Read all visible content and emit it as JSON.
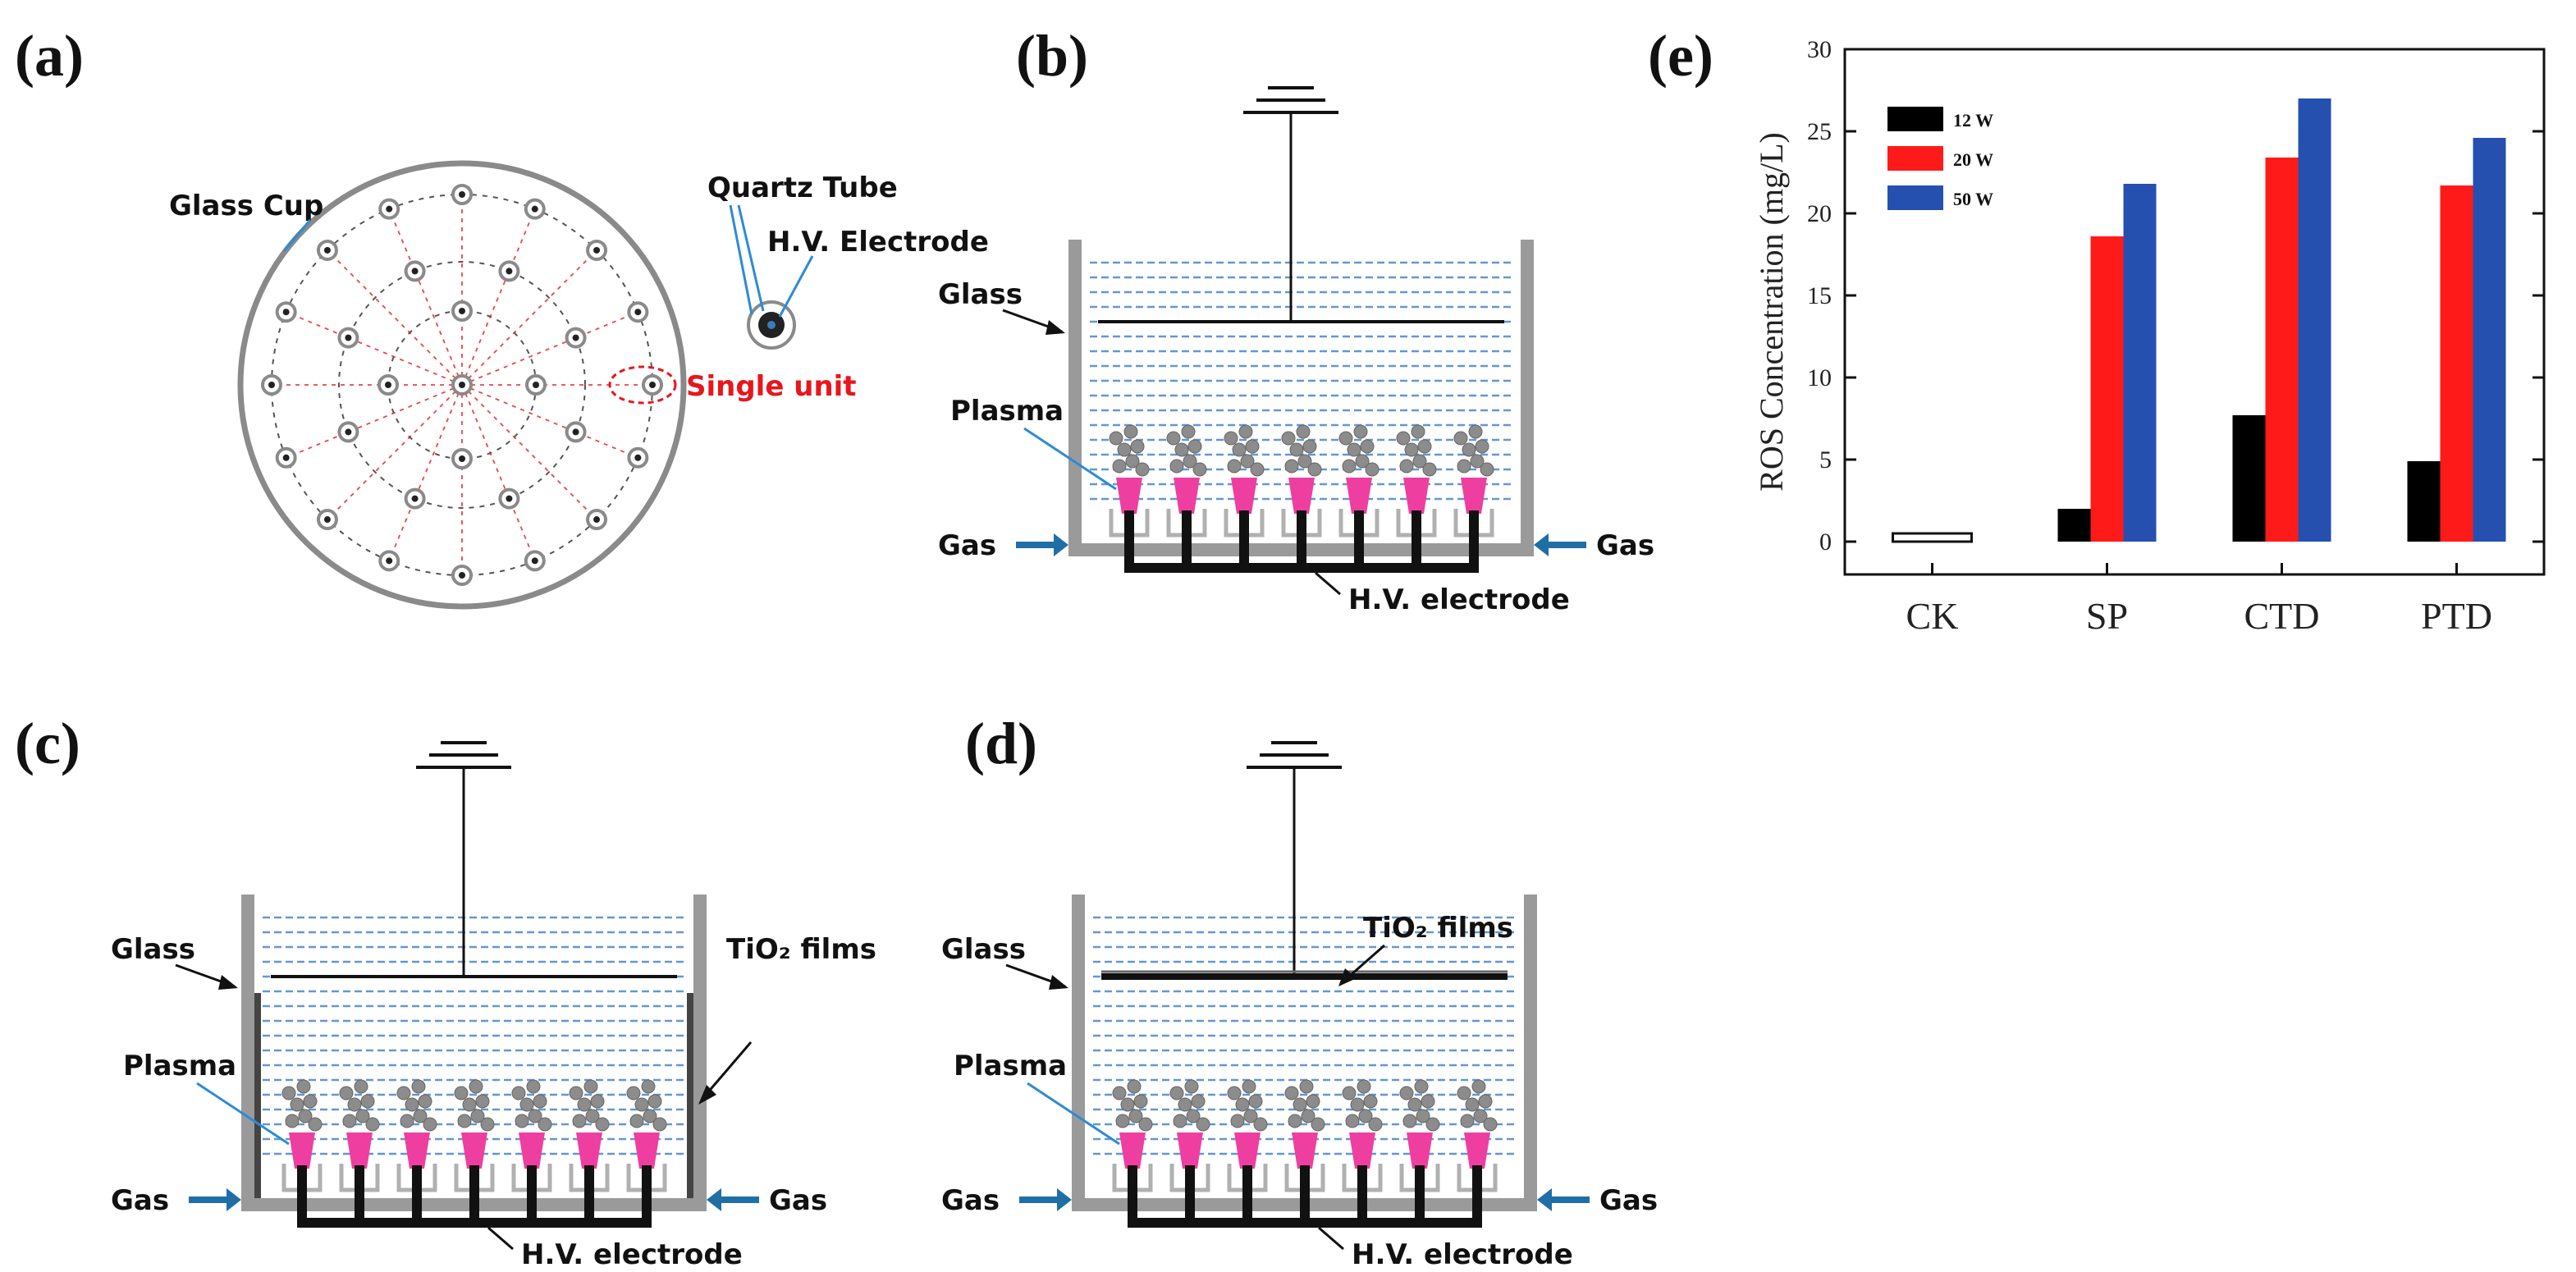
{
  "panels": {
    "a": {
      "label": "(a)",
      "glass_cup": "Glass Cup",
      "quartz_tube": "Quartz Tube",
      "hv_electrode": "H.V. Electrode",
      "single_unit": "Single unit"
    },
    "b": {
      "label": "(b)",
      "glass": "Glass",
      "plasma": "Plasma",
      "gas_left": "Gas",
      "gas_right": "Gas",
      "hv_electrode": "H.V. electrode"
    },
    "c": {
      "label": "(c)",
      "glass": "Glass",
      "tio2_films": "TiO₂ films",
      "plasma": "Plasma",
      "gas_left": "Gas",
      "gas_right": "Gas",
      "hv_electrode": "H.V. electrode"
    },
    "d": {
      "label": "(d)",
      "glass": "Glass",
      "tio2_films": "TiO₂ films",
      "plasma": "Plasma",
      "gas_left": "Gas",
      "gas_right": "Gas",
      "hv_electrode": "H.V. electrode"
    },
    "e": {
      "label": "(e)"
    }
  },
  "colors": {
    "black": "#000000",
    "red": "#ff1a1a",
    "blue": "#2550b0",
    "plasma_pink": "#ee3fa0",
    "water_blue": "#4a86c8",
    "frame_gray": "#9a9a9a"
  },
  "chart_data": {
    "type": "bar",
    "categories": [
      "CK",
      "SP",
      "CTD",
      "PTD"
    ],
    "ylabel": "ROS Concentration (mg/L)",
    "ylim": [
      -2,
      30
    ],
    "yticks": [
      0,
      5,
      10,
      15,
      20,
      25,
      30
    ],
    "legend_position": "top-left",
    "ck_value": 0.5,
    "series": [
      {
        "name": "12 W",
        "color": "#000000",
        "values": [
          null,
          2.0,
          7.7,
          4.9
        ]
      },
      {
        "name": "20 W",
        "color": "#ff1a1a",
        "values": [
          null,
          18.6,
          23.4,
          21.7
        ]
      },
      {
        "name": "50 W",
        "color": "#2550b0",
        "values": [
          null,
          21.8,
          27.0,
          24.6
        ]
      }
    ]
  }
}
